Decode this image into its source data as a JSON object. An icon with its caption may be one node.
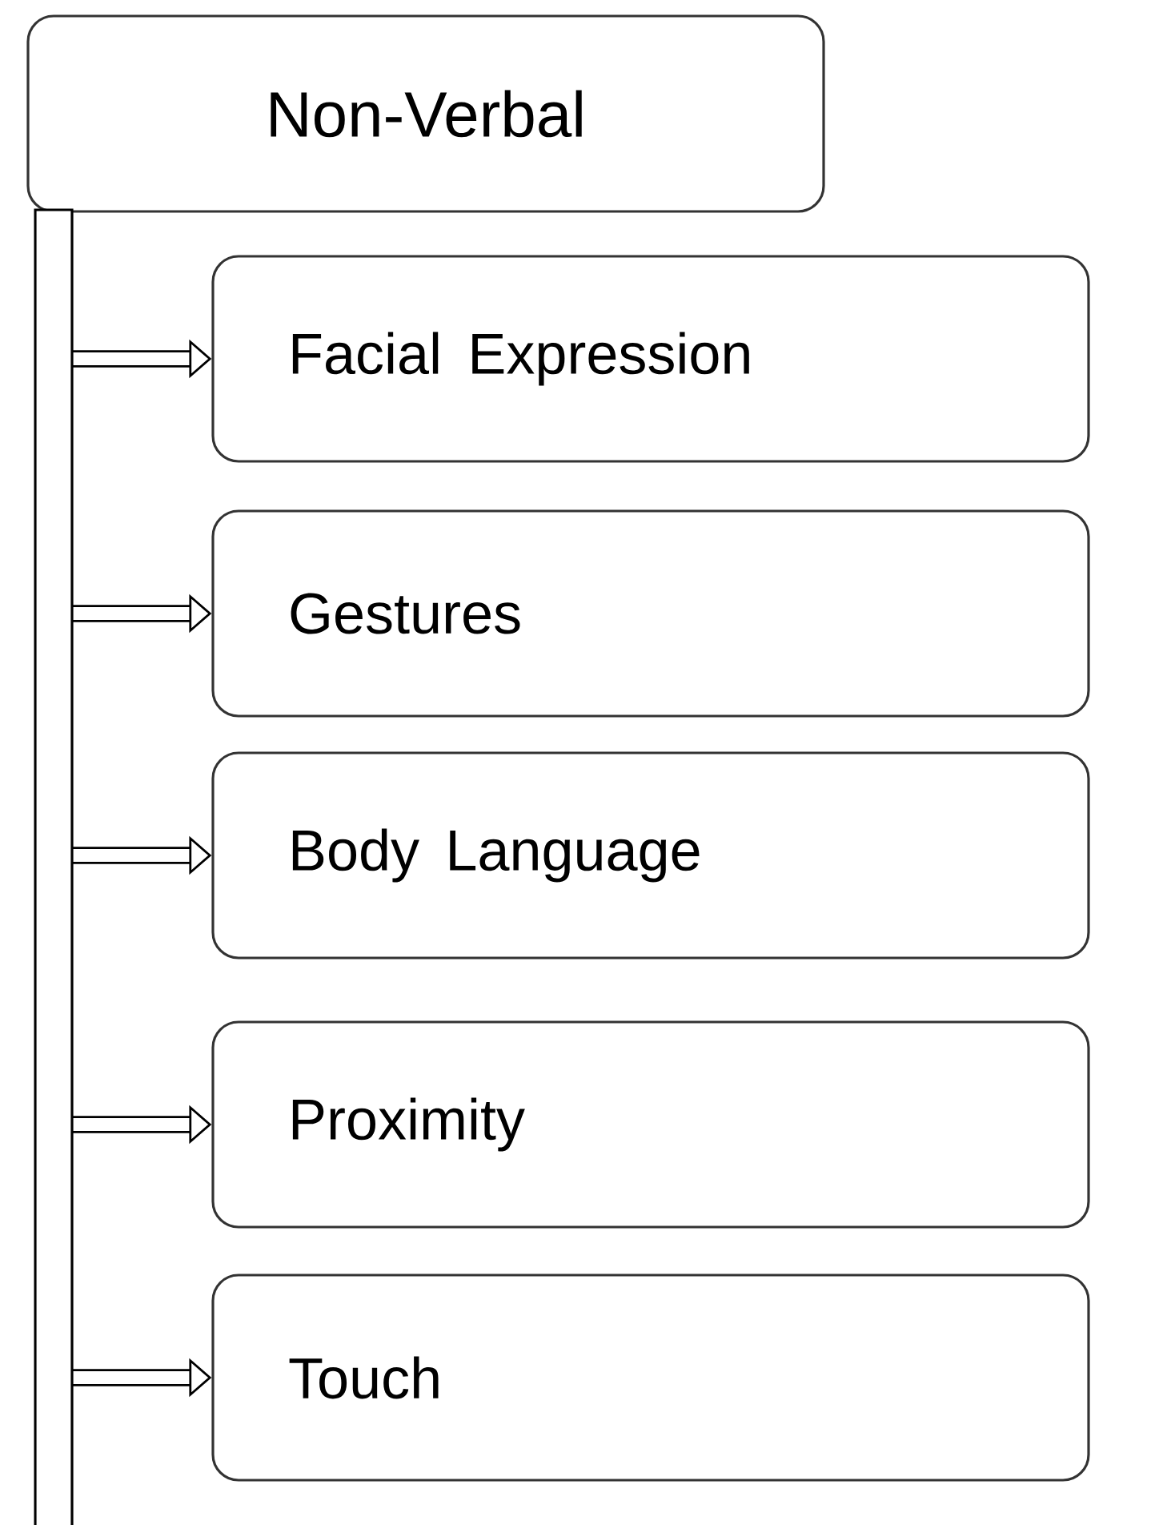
{
  "diagram": {
    "nodes": [
      {
        "text": [
          "Non-Verbal"
        ]
      },
      {
        "text": [
          "Facial Expression"
        ]
      },
      {
        "text": [
          "Gestures"
        ]
      },
      {
        "text": [
          "Body Language"
        ]
      },
      {
        "text": [
          "Proximity"
        ]
      },
      {
        "text": [
          "Touch"
        ]
      }
    ],
    "edges": [
      {
        "from": 0,
        "to": 1,
        "arrow": "to"
      },
      {
        "from": 0,
        "to": 2,
        "arrow": "to"
      },
      {
        "from": 0,
        "to": 3,
        "arrow": "to"
      },
      {
        "from": 0,
        "to": 4,
        "arrow": "to"
      },
      {
        "from": 0,
        "to": 5,
        "arrow": "to"
      }
    ]
  }
}
